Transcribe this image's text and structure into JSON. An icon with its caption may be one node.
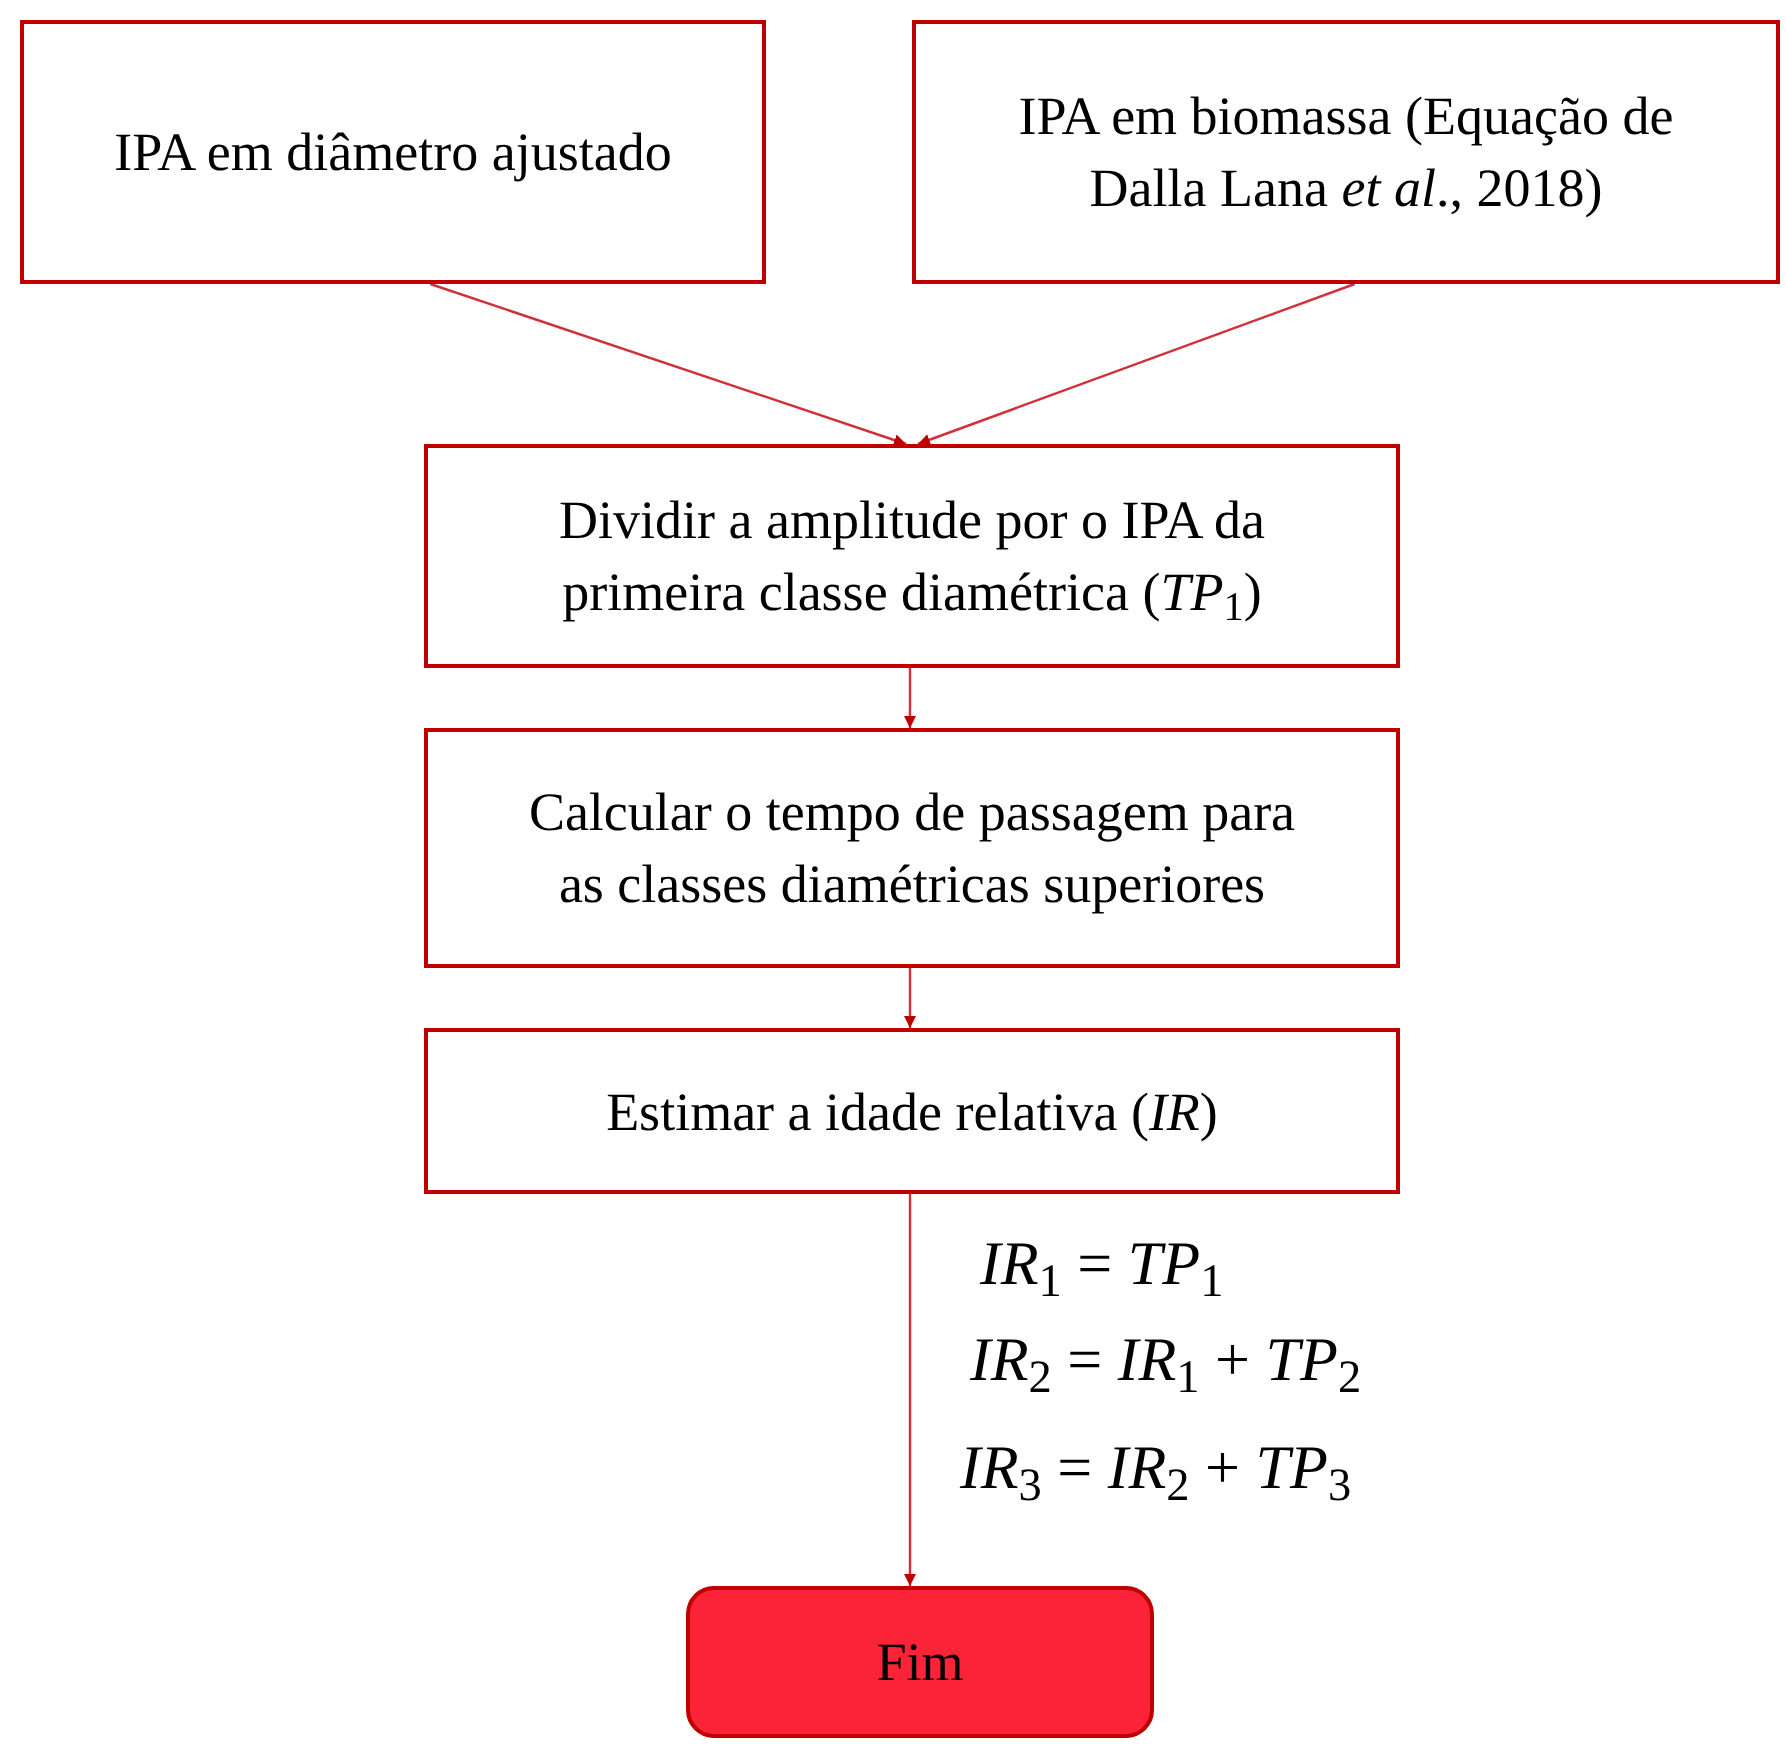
{
  "diagram": {
    "nodes": [
      {
        "text": [
          "IPA em diâmetro  ajustado"
        ]
      },
      {
        "text": [
          "IPA em biomassa  (Equação de Dalla Lana *et al*., 2018)"
        ]
      },
      {
        "text": [
          "Dividir a amplitude por o IPA da primeira classe diamétrica (*TP*$_{1}$)"
        ]
      },
      {
        "text": [
          "Calcular o tempo de passagem para as classes diamétricas superiores"
        ]
      },
      {
        "text": [
          "Estimar a idade relativa (*IR*)"
        ]
      },
      {
        "text": [
          "Fim"
        ]
      }
    ],
    "edges": [
      {
        "from": 0,
        "to": 2,
        "arrow": "to"
      },
      {
        "from": 1,
        "to": 2,
        "arrow": "to"
      },
      {
        "from": 2,
        "to": 3,
        "arrow": "to"
      },
      {
        "from": 3,
        "to": 4,
        "arrow": "to"
      },
      {
        "from": 4,
        "to": 5,
        "arrow": "to"
      }
    ],
    "labels": [
      "*IR*$_{1}$ = *TP*$_{1}$",
      "*IR*$_{2}$ = *IR*$_{1}$ + *TP*$_{2}$",
      "*IR*$_{3}$ = *IR*$_{2}$ + *TP*$_{3}$"
    ]
  }
}
